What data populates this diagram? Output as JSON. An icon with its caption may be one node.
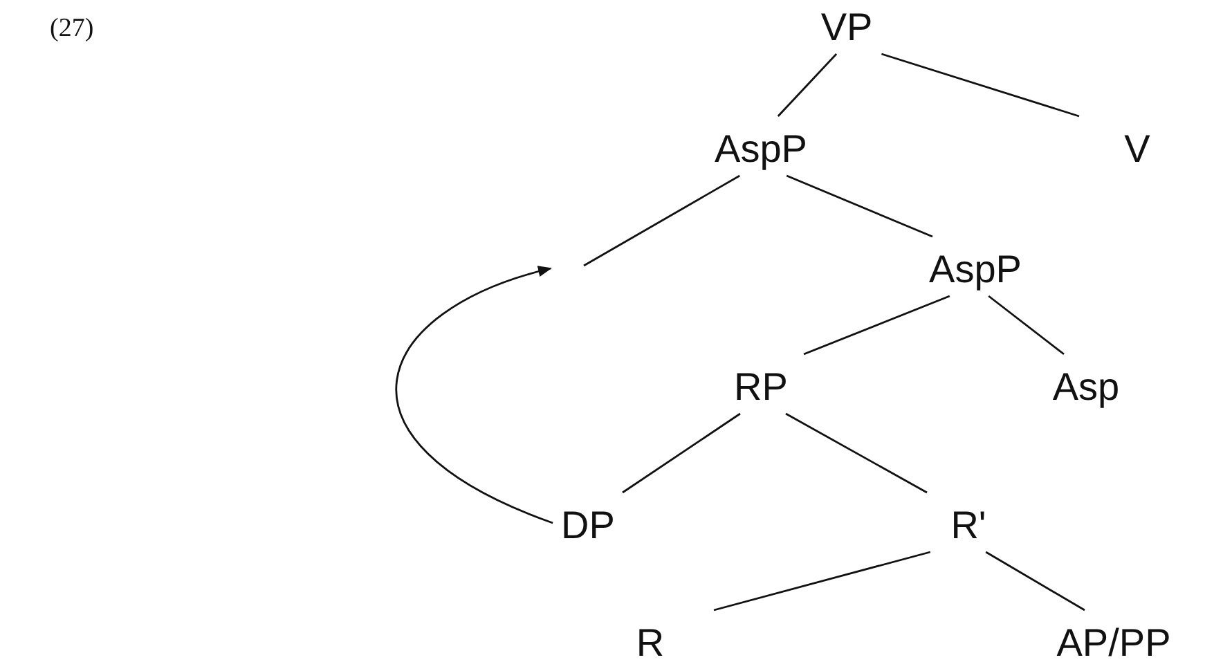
{
  "diagram": {
    "nodes": [
      {
        "text": [
          "VP"
        ]
      },
      {
        "text": [
          "AspP"
        ]
      },
      {
        "text": [
          "V"
        ]
      },
      {
        "text": [
          "AspP"
        ]
      },
      {
        "text": [
          "RP"
        ]
      },
      {
        "text": [
          "Asp"
        ]
      },
      {
        "text": [
          "DP"
        ]
      },
      {
        "text": [
          "R'"
        ]
      },
      {
        "text": [
          "R"
        ]
      },
      {
        "text": [
          "AP/PP"
        ]
      }
    ],
    "edges": [
      {
        "from": 0,
        "to": 1,
        "arrow": "none"
      },
      {
        "from": 0,
        "to": 2,
        "arrow": "none"
      },
      {
        "from": 1,
        "to": null,
        "arrow": "none"
      },
      {
        "from": 1,
        "to": 3,
        "arrow": "none"
      },
      {
        "from": 3,
        "to": 4,
        "arrow": "none"
      },
      {
        "from": 3,
        "to": 5,
        "arrow": "none"
      },
      {
        "from": 4,
        "to": 6,
        "arrow": "none"
      },
      {
        "from": 4,
        "to": 7,
        "arrow": "none"
      },
      {
        "from": 7,
        "to": 8,
        "arrow": "none"
      },
      {
        "from": 7,
        "to": 9,
        "arrow": "none"
      },
      {
        "from": 6,
        "to": null,
        "arrow": "to"
      }
    ],
    "labels": [
      "(27)"
    ]
  }
}
